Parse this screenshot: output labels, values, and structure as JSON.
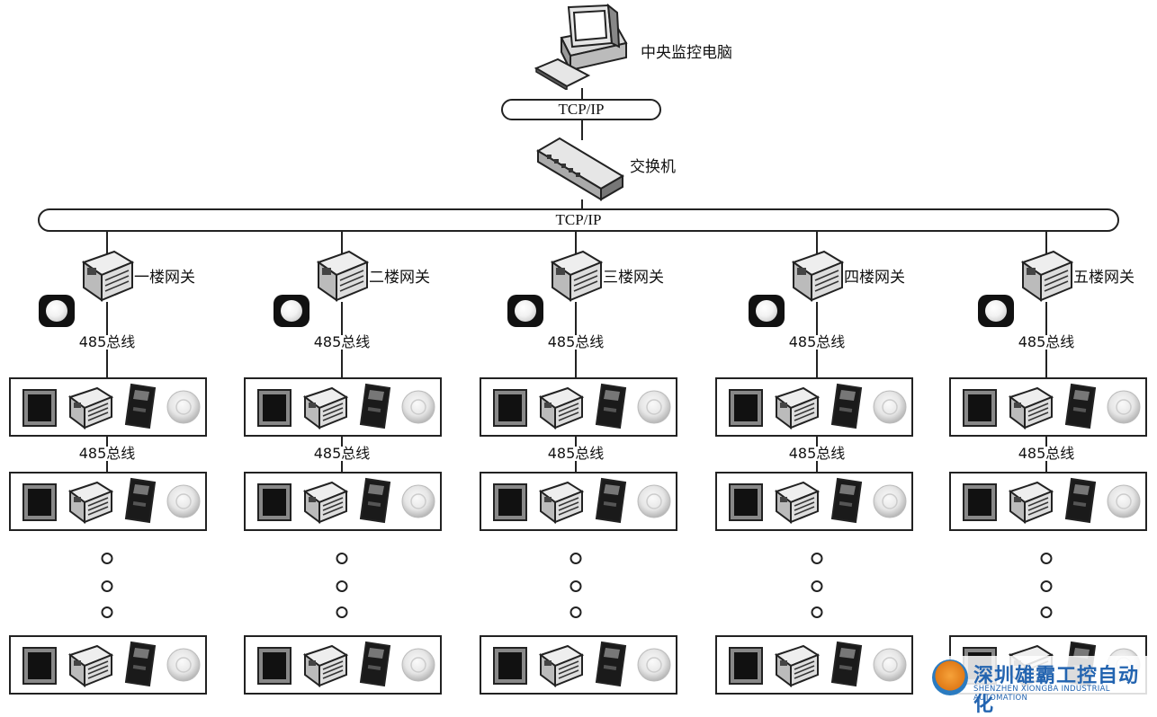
{
  "top": {
    "computer_label": "中央监控电脑",
    "net1_label": "TCP/IP",
    "switch_label": "交换机",
    "net2_label": "TCP/IP"
  },
  "floors": [
    {
      "gateway_label": "一楼网关",
      "bus_label_1": "485总线",
      "bus_label_2": "485总线"
    },
    {
      "gateway_label": "二楼网关",
      "bus_label_1": "485总线",
      "bus_label_2": "485总线"
    },
    {
      "gateway_label": "三楼网关",
      "bus_label_1": "485总线",
      "bus_label_2": "485总线"
    },
    {
      "gateway_label": "四楼网关",
      "bus_label_1": "485总线",
      "bus_label_2": "485总线"
    },
    {
      "gateway_label": "五楼网关",
      "bus_label_1": "485总线",
      "bus_label_2": "485总线"
    }
  ],
  "device_icons": [
    "touch-panel-icon",
    "controller-module-icon",
    "card-switch-icon",
    "ceiling-sensor-icon"
  ],
  "watermark": {
    "title": "深圳雄霸工控自动化",
    "subtitle": "SHENZHEN XIONGBA INDUSTRIAL AUTOMATION"
  },
  "colors": {
    "line": "#222222",
    "watermark_blue": "#2364b0",
    "watermark_orange": "#e07a17"
  }
}
